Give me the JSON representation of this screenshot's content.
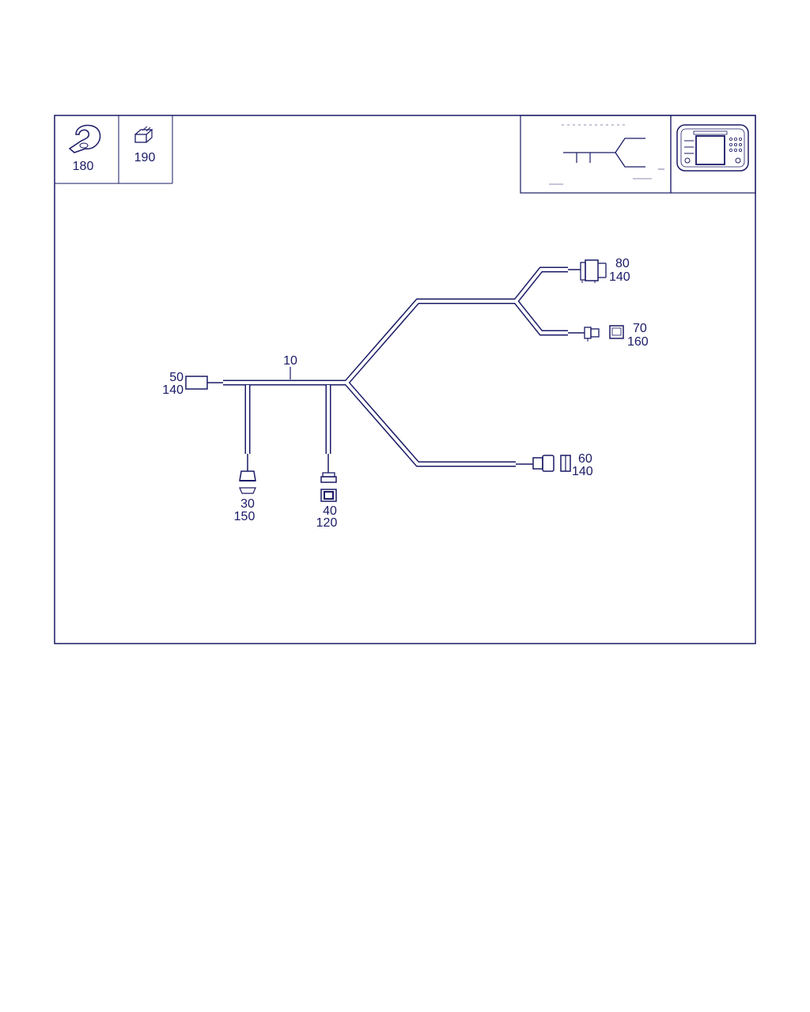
{
  "header": {
    "legend_items": [
      {
        "number": "180",
        "icon": "hose-clamp-icon"
      },
      {
        "number": "190",
        "icon": "cable-connector-icon"
      }
    ],
    "locator_icon": "wiring-harness-locator-icon",
    "unit_icon": "navigation-head-unit-icon"
  },
  "callouts": {
    "harness": "10",
    "c30": {
      "pos": "30",
      "part": "150"
    },
    "c40": {
      "pos": "40",
      "part": "120"
    },
    "c50": {
      "pos": "50",
      "part": "140"
    },
    "c60": {
      "pos": "60",
      "part": "140"
    },
    "c70": {
      "pos": "70",
      "part": "160"
    },
    "c80": {
      "pos": "80",
      "part": "140"
    }
  },
  "colors": {
    "line": "#1a1a66",
    "background": "#ffffff"
  }
}
